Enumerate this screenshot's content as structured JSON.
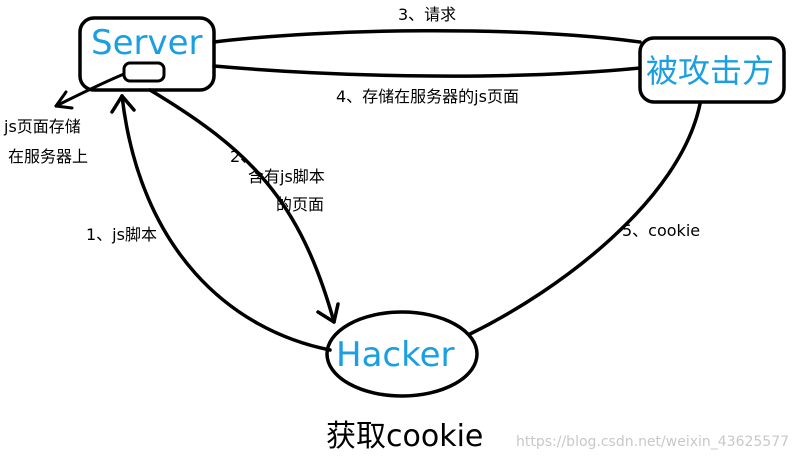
{
  "nodes": {
    "server": "Server",
    "victim": "被攻击方",
    "hacker": "Hacker"
  },
  "edges": {
    "step1": "1、js脚本",
    "step2_line1": "2、",
    "step2_line2": "含有js脚本",
    "step2_line3": "的页面",
    "step3": "3、请求",
    "step4": "4、存储在服务器的js页面",
    "step5": "5、cookie"
  },
  "note": {
    "line1": "js页面存储",
    "line2": "在服务器上"
  },
  "caption": "获取cookie",
  "watermark": "https://blog.csdn.net/weixin_43625577"
}
